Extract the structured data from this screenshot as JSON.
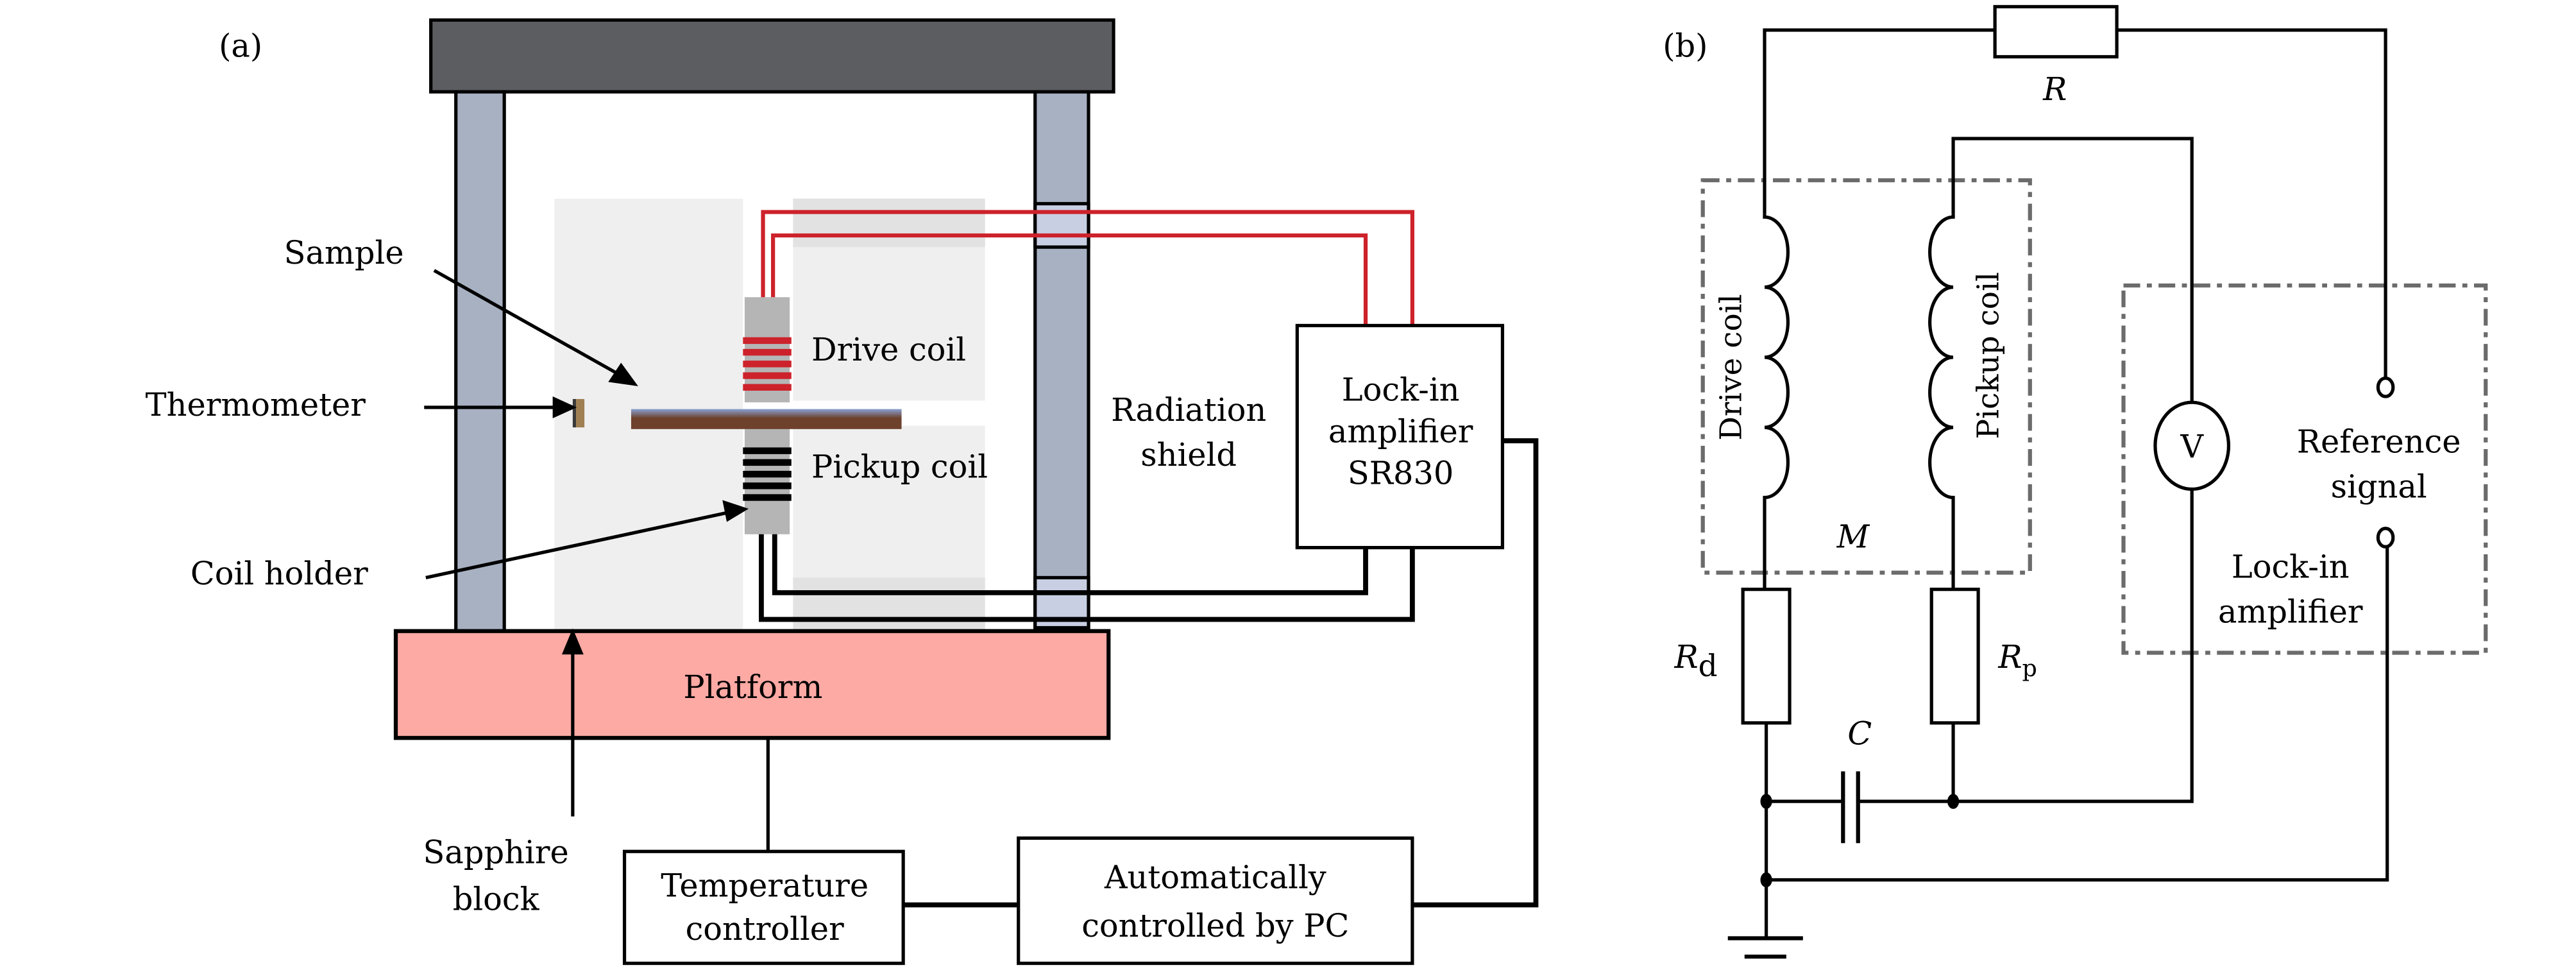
{
  "figure": {
    "panel_a": {
      "label": "(a)",
      "labels": {
        "sample": "Sample",
        "thermometer": "Thermometer",
        "coil_holder": "Coil holder",
        "drive_coil": "Drive coil",
        "pickup_coil": "Pickup coil",
        "radiation_shield_line1": "Radiation",
        "radiation_shield_line2": "shield",
        "lockin_line1": "Lock-in",
        "lockin_line2": "amplifier",
        "lockin_line3": "SR830",
        "platform": "Platform",
        "sapphire_line1": "Sapphire",
        "sapphire_line2": "block",
        "temp_line1": "Temperature",
        "temp_line2": "controller",
        "pc_line1": "Automatically",
        "pc_line2": "controlled by PC"
      },
      "colors": {
        "top_plate": "#5c5d60",
        "shield": "#a7b1c2",
        "shield_window": "#c8cfe3",
        "sapphire": "#efefef",
        "sapphire_dark": "#e2e2e2",
        "coil_holder": "#b5b5b5",
        "drive_wire": "#cd222b",
        "pickup_wire": "#000000",
        "sample_top": "#8aa2d4",
        "sample_bottom": "#6e412d",
        "thermometer": "#a07f52",
        "platform": "#fda9a4"
      }
    },
    "panel_b": {
      "label": "(b)",
      "labels": {
        "R": "R",
        "M": "M",
        "C": "C",
        "Rd_main": "R",
        "Rd_sub": "d",
        "Rp_main": "R",
        "Rp_sub": "p",
        "drive_coil": "Drive coil",
        "pickup_coil": "Pickup coil",
        "voltmeter": "V",
        "reference_line1": "Reference",
        "reference_line2": "signal",
        "lockin_line1": "Lock-in",
        "lockin_line2": "amplifier"
      },
      "colors": {
        "dash_box": "#6b6b6b"
      }
    }
  }
}
